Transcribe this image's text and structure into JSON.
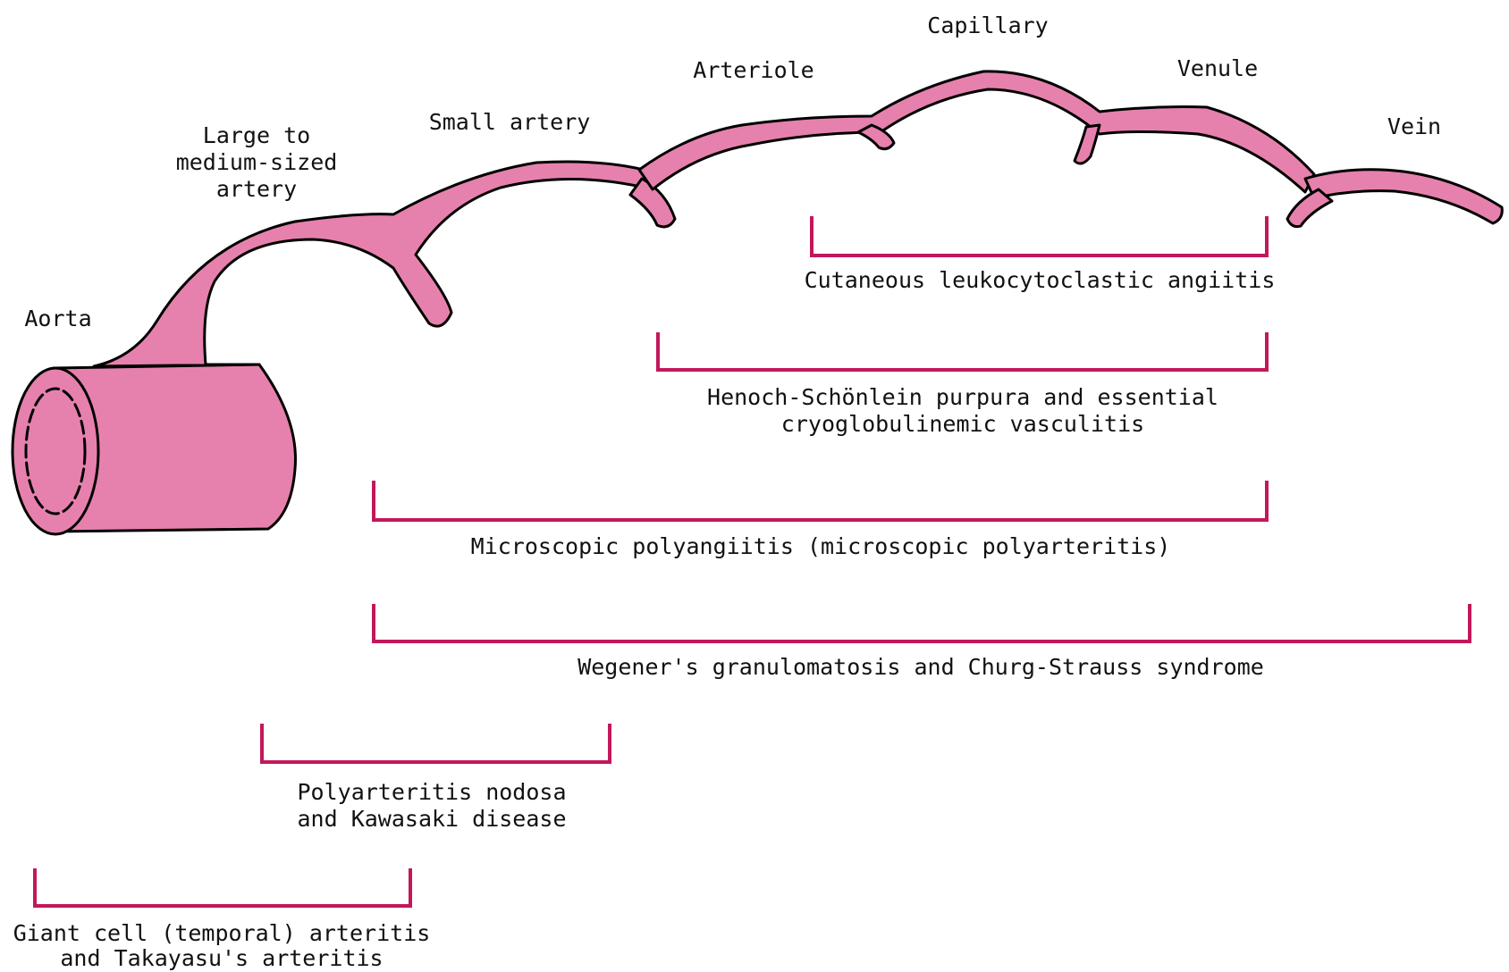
{
  "colors": {
    "vessel_fill": "#e681ad",
    "vessel_outline": "#000000",
    "bracket": "#c2185b",
    "text": "#111111"
  },
  "vessels": {
    "aorta": "Aorta",
    "large_to_medium": [
      "Large to",
      "medium-sized",
      "artery"
    ],
    "small_artery": "Small artery",
    "arteriole": "Arteriole",
    "capillary": "Capillary",
    "venule": "Venule",
    "vein": "Vein"
  },
  "diseases": {
    "cutaneous": [
      "Cutaneous leukocytoclastic angiitis"
    ],
    "henoch": [
      "Henoch-Schönlein purpura and essential",
      "cryoglobulinemic vasculitis"
    ],
    "microscopic": [
      "Microscopic polyangiitis (microscopic polyarteritis)"
    ],
    "wegener": [
      "Wegener's granulomatosis and Churg-Strauss syndrome"
    ],
    "polyarteritis": [
      "Polyarteritis nodosa",
      "and Kawasaki disease"
    ],
    "giant_cell": [
      "Giant cell (temporal) arteritis",
      "and Takayasu's arteritis"
    ]
  }
}
